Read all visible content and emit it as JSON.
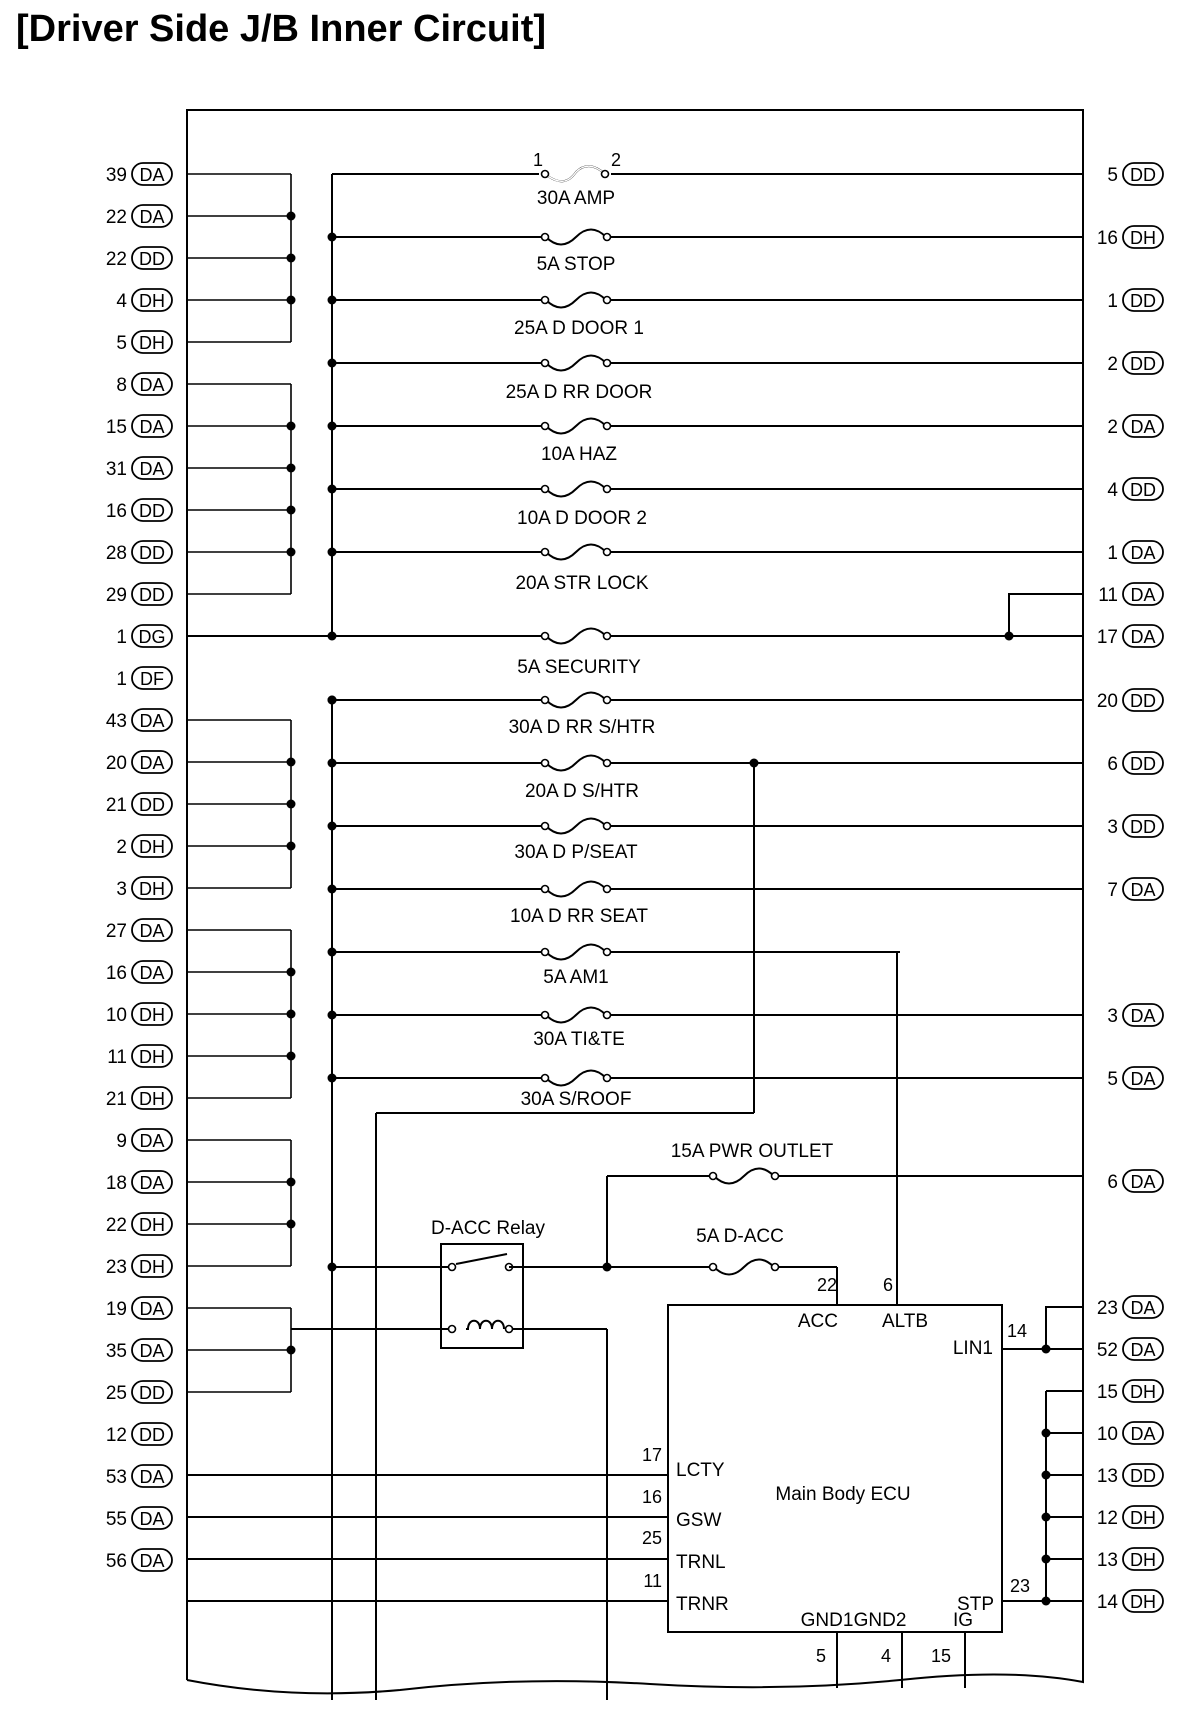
{
  "title": "[Driver Side J/B Inner Circuit]",
  "left_pins": [
    {
      "num": "39",
      "conn": "DA"
    },
    {
      "num": "22",
      "conn": "DA"
    },
    {
      "num": "22",
      "conn": "DD"
    },
    {
      "num": "4",
      "conn": "DH"
    },
    {
      "num": "5",
      "conn": "DH"
    },
    {
      "num": "8",
      "conn": "DA"
    },
    {
      "num": "15",
      "conn": "DA"
    },
    {
      "num": "31",
      "conn": "DA"
    },
    {
      "num": "16",
      "conn": "DD"
    },
    {
      "num": "28",
      "conn": "DD"
    },
    {
      "num": "29",
      "conn": "DD"
    },
    {
      "num": "1",
      "conn": "DG"
    },
    {
      "num": "1",
      "conn": "DF"
    },
    {
      "num": "43",
      "conn": "DA"
    },
    {
      "num": "20",
      "conn": "DA"
    },
    {
      "num": "21",
      "conn": "DD"
    },
    {
      "num": "2",
      "conn": "DH"
    },
    {
      "num": "3",
      "conn": "DH"
    },
    {
      "num": "27",
      "conn": "DA"
    },
    {
      "num": "16",
      "conn": "DA"
    },
    {
      "num": "10",
      "conn": "DH"
    },
    {
      "num": "11",
      "conn": "DH"
    },
    {
      "num": "21",
      "conn": "DH"
    },
    {
      "num": "9",
      "conn": "DA"
    },
    {
      "num": "18",
      "conn": "DA"
    },
    {
      "num": "22",
      "conn": "DH"
    },
    {
      "num": "23",
      "conn": "DH"
    },
    {
      "num": "19",
      "conn": "DA"
    },
    {
      "num": "35",
      "conn": "DA"
    },
    {
      "num": "25",
      "conn": "DD"
    },
    {
      "num": "12",
      "conn": "DD"
    },
    {
      "num": "53",
      "conn": "DA"
    },
    {
      "num": "55",
      "conn": "DA"
    },
    {
      "num": "56",
      "conn": "DA"
    }
  ],
  "right_pins": [
    {
      "num": "5",
      "conn": "DD"
    },
    {
      "num": "16",
      "conn": "DH"
    },
    {
      "num": "1",
      "conn": "DD"
    },
    {
      "num": "2",
      "conn": "DD"
    },
    {
      "num": "2",
      "conn": "DA"
    },
    {
      "num": "4",
      "conn": "DD"
    },
    {
      "num": "1",
      "conn": "DA"
    },
    {
      "num": "11",
      "conn": "DA"
    },
    {
      "num": "17",
      "conn": "DA"
    },
    {
      "num": "20",
      "conn": "DD"
    },
    {
      "num": "6",
      "conn": "DD"
    },
    {
      "num": "3",
      "conn": "DD"
    },
    {
      "num": "7",
      "conn": "DA"
    },
    {
      "num": "3",
      "conn": "DA"
    },
    {
      "num": "5",
      "conn": "DA"
    },
    {
      "num": "6",
      "conn": "DA"
    },
    {
      "num": "23",
      "conn": "DA"
    },
    {
      "num": "52",
      "conn": "DA"
    },
    {
      "num": "15",
      "conn": "DH"
    },
    {
      "num": "10",
      "conn": "DA"
    },
    {
      "num": "13",
      "conn": "DD"
    },
    {
      "num": "12",
      "conn": "DH"
    },
    {
      "num": "13",
      "conn": "DH"
    },
    {
      "num": "14",
      "conn": "DH"
    }
  ],
  "fuses": [
    "30A AMP",
    "5A STOP",
    "25A D DOOR 1",
    "25A D RR DOOR",
    "10A HAZ",
    "10A D DOOR 2",
    "20A STR LOCK",
    "5A SECURITY",
    "30A D RR S/HTR",
    "20A D S/HTR",
    "30A D P/SEAT",
    "10A D RR SEAT",
    "5A AM1",
    "30A TI&TE",
    "30A S/ROOF",
    "15A PWR OUTLET",
    "5A D-ACC"
  ],
  "amp_fuse_pins": [
    "1",
    "2"
  ],
  "relay": {
    "label": "D-ACC Relay"
  },
  "ecu": {
    "name": "Main Body ECU",
    "terminals": [
      {
        "name": "ACC",
        "pin": "22"
      },
      {
        "name": "ALTB",
        "pin": "6"
      },
      {
        "name": "LIN1",
        "pin": "14"
      },
      {
        "name": "LCTY",
        "pin": "17"
      },
      {
        "name": "GSW",
        "pin": "16"
      },
      {
        "name": "TRNL",
        "pin": "25"
      },
      {
        "name": "TRNR",
        "pin": "11"
      },
      {
        "name": "STP",
        "pin": "23"
      },
      {
        "name": "GND1",
        "pin": "5"
      },
      {
        "name": "GND2",
        "pin": "4"
      },
      {
        "name": "IG",
        "pin": "15"
      }
    ]
  }
}
